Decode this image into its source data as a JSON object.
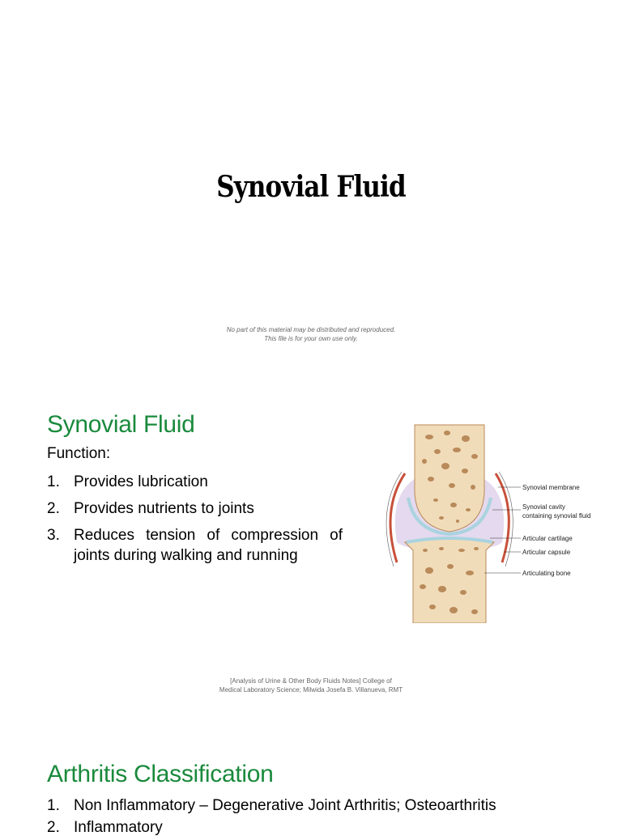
{
  "slide1": {
    "title": "Synovial Fluid",
    "disclaimer": [
      "No part of this material may be distributed and reproduced.",
      "This file is for your own use only."
    ]
  },
  "slide2": {
    "title": "Synovial Fluid",
    "function_label": "Function:",
    "functions": [
      {
        "num": "1.",
        "text": "Provides lubrication"
      },
      {
        "num": "2.",
        "text": "Provides nutrients to joints"
      },
      {
        "num": "3.",
        "text": "Reduces tension of compression of joints during walking and running"
      }
    ],
    "diagram_labels": {
      "synovial_membrane": "Synovial membrane",
      "synovial_cavity_1": "Synovial cavity",
      "synovial_cavity_2": "containing synovial fluid",
      "articular_cartilage": "Articular cartilage",
      "articular_capsule": "Articular capsule",
      "articulating_bone": "Articulating bone"
    },
    "citation": [
      "[Analysis of Urine & Other Body Fluids Notes] College of",
      "Medical Laboratory Science; Milwida Josefa B. Villanueva, RMT"
    ]
  },
  "slide3": {
    "title": "Arthritis Classification",
    "items": [
      {
        "num": "1.",
        "text": "Non Inflammatory – Degenerative Joint Arthritis; Osteoarthritis"
      },
      {
        "num": "2.",
        "text": "Inflammatory"
      }
    ]
  },
  "colors": {
    "heading_green": "#1a8a3c",
    "bone": "#f1dcb9",
    "bone_holes": "#b98a5a",
    "capsule_red": "#c8503a",
    "cartilage_blue": "#a9d3df",
    "cavity_lavender": "#e4d9ee"
  }
}
